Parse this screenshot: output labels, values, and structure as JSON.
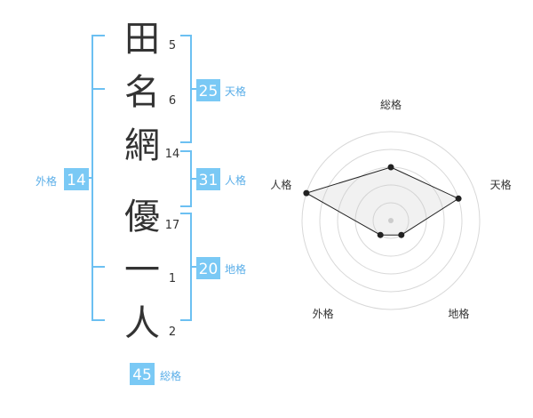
{
  "colors": {
    "accent": "#7ac9f5",
    "accent_text": "#5aaee8",
    "bracket": "#6cc0f2",
    "text": "#333333"
  },
  "name_chars": [
    {
      "char": "田",
      "strokes": "5"
    },
    {
      "char": "名",
      "strokes": "6"
    },
    {
      "char": "網",
      "strokes": "14"
    },
    {
      "char": "優",
      "strokes": "17"
    },
    {
      "char": "一",
      "strokes": "1"
    },
    {
      "char": "人",
      "strokes": "2"
    }
  ],
  "kakusu": {
    "tenkaku": {
      "value": "25",
      "label": "天格"
    },
    "jinkaku": {
      "value": "31",
      "label": "人格"
    },
    "chikaku": {
      "value": "20",
      "label": "地格"
    },
    "gaikaku": {
      "value": "14",
      "label": "外格"
    },
    "soukaku": {
      "value": "45",
      "label": "総格"
    }
  },
  "chart_data": {
    "type": "radar",
    "axes": [
      "総格",
      "天格",
      "地格",
      "外格",
      "人格"
    ],
    "values": [
      3,
      4,
      1,
      1,
      5
    ],
    "range": [
      0,
      5
    ],
    "rings": 5,
    "grid": true
  }
}
